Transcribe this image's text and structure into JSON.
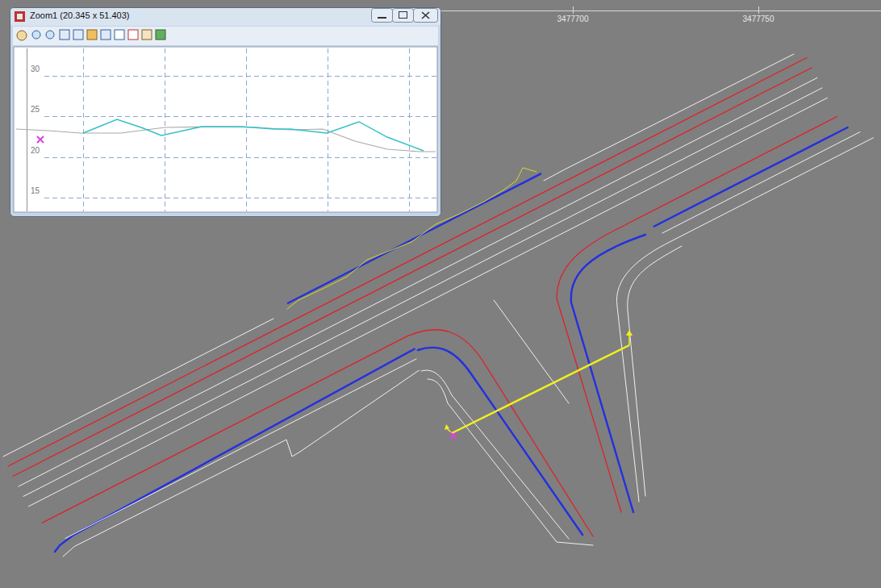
{
  "diagram": {
    "labels": [
      "Zoom1 (20.345 x 51.403)",
      "30",
      "25",
      "20",
      "15",
      "3477700",
      "3477750"
    ]
  }
}
